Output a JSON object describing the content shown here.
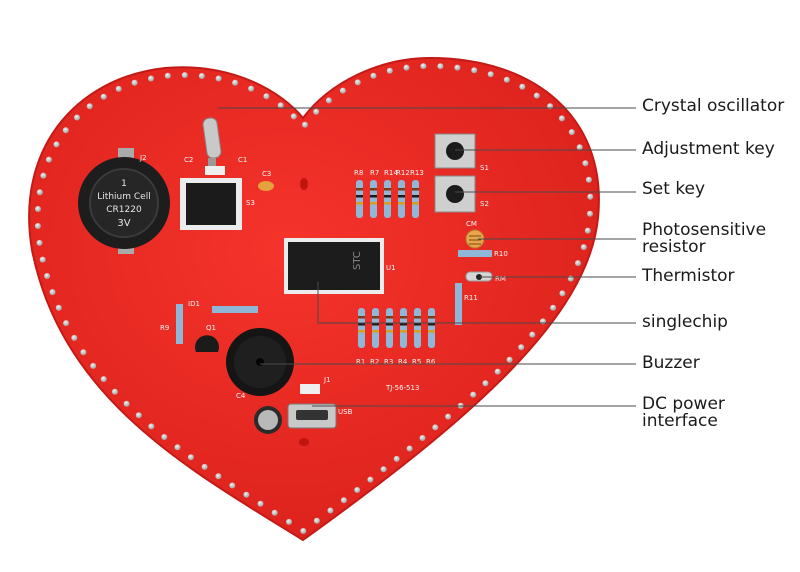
{
  "callouts": [
    {
      "lines": [
        "Crystal oscillator"
      ]
    },
    {
      "lines": [
        "Adjustment key"
      ]
    },
    {
      "lines": [
        "Set key"
      ]
    },
    {
      "lines": [
        "Photosensitive",
        "resistor"
      ]
    },
    {
      "lines": [
        "Thermistor"
      ]
    },
    {
      "lines": [
        "singlechip"
      ]
    },
    {
      "lines": [
        "Buzzer"
      ]
    },
    {
      "lines": [
        "DC power",
        "interface"
      ]
    }
  ],
  "board": {
    "battery": {
      "line1": "Lithium Cell",
      "line2": "CR1220",
      "line3": "3V"
    },
    "silkscreen": {
      "j2": "J2",
      "c2": "C2",
      "c1": "C1",
      "c3": "C3",
      "s3": "S3",
      "r8": "R8",
      "r7": "R7",
      "r14": "R14",
      "r12": "R12",
      "r13": "R13",
      "s1": "S1",
      "s2": "S2",
      "cm": "CM",
      "r10": "R10",
      "rm": "RM",
      "r11": "R11",
      "u1": "U1",
      "id1": "ID1",
      "r9": "R9",
      "q1": "Q1",
      "c4": "C4",
      "j1": "J1",
      "usb": "USB",
      "board_code": "TJ-56-513",
      "r1": "R1",
      "r2": "R2",
      "r3": "R3",
      "r4": "R4",
      "r5": "R5",
      "r6": "R6"
    },
    "chip_label": "STC"
  },
  "colors": {
    "board": "#ee2a24",
    "led": "#d7d7d7",
    "leader": "#4a4a4a",
    "text": "#1a1a1a"
  }
}
